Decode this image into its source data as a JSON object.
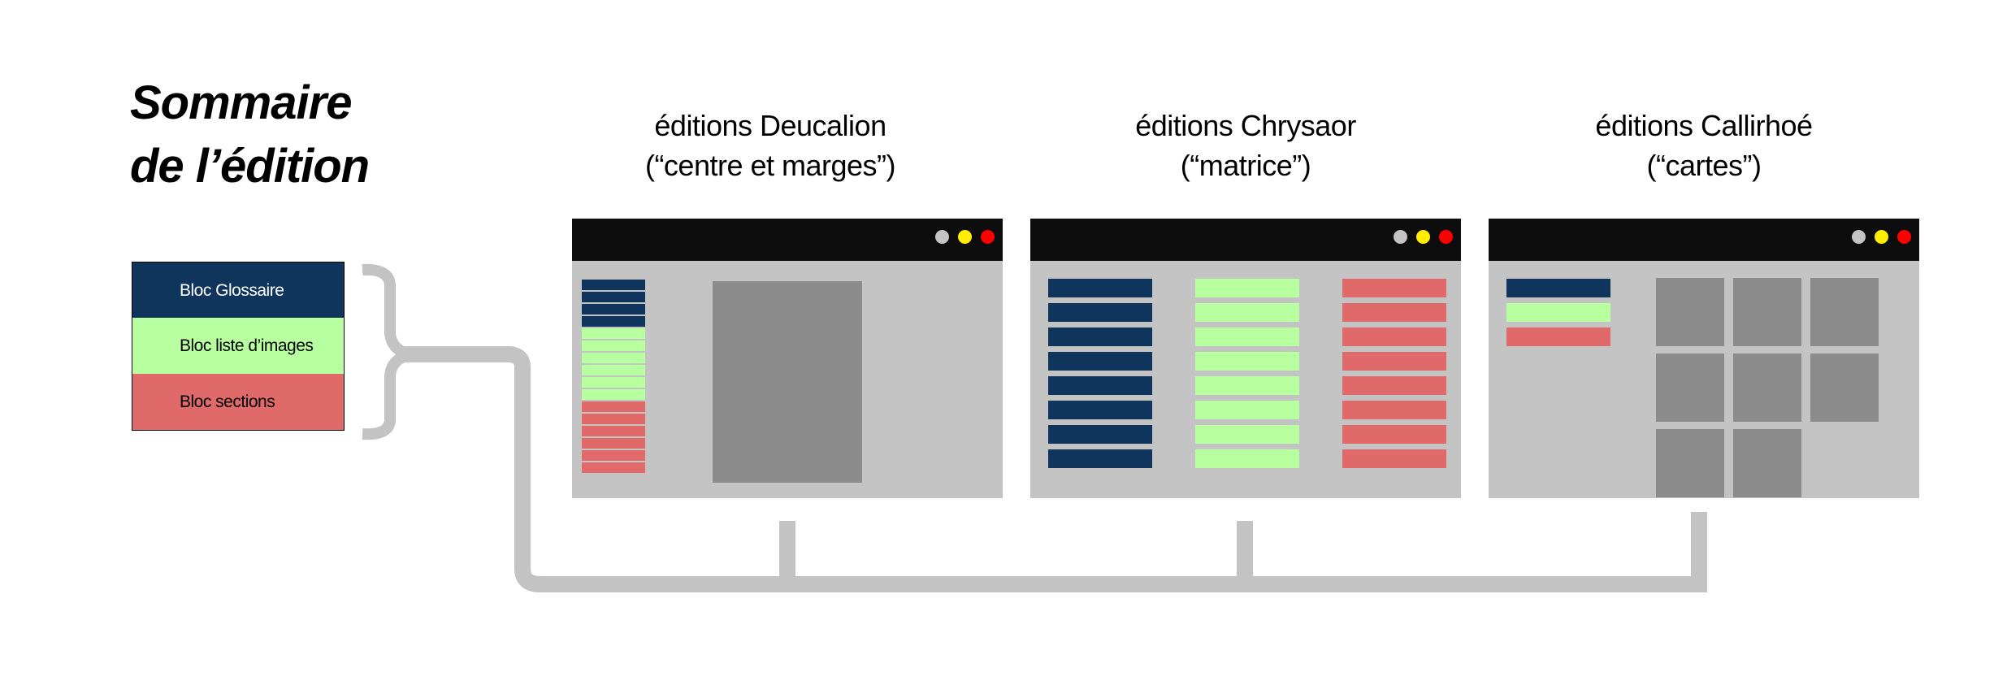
{
  "title": {
    "line1": "Sommaire",
    "line2": "de l’édition"
  },
  "legend": [
    {
      "label": "Bloc Glossaire",
      "color": "#0f355c",
      "text_color": "#ffffff"
    },
    {
      "label": "Bloc liste d’images",
      "color": "#b8ffa0",
      "text_color": "#000000"
    },
    {
      "label": "Bloc sections",
      "color": "#e06a6a",
      "text_color": "#000000"
    }
  ],
  "colors": {
    "window_body": "#c3c3c3",
    "titlebar": "#0d0d0d",
    "content": "#8c8b8b",
    "connector": "#c3c3c3",
    "dots": [
      "#c4c4c4",
      "#ffee00",
      "#ff0000"
    ]
  },
  "layouts": [
    {
      "name": "éditions Deucalion",
      "style": "(“centre et marges”)"
    },
    {
      "name": "éditions Chrysaor",
      "style": "(“matrice”)"
    },
    {
      "name": "éditions Callirhoé",
      "style": "(“cartes”)"
    }
  ]
}
